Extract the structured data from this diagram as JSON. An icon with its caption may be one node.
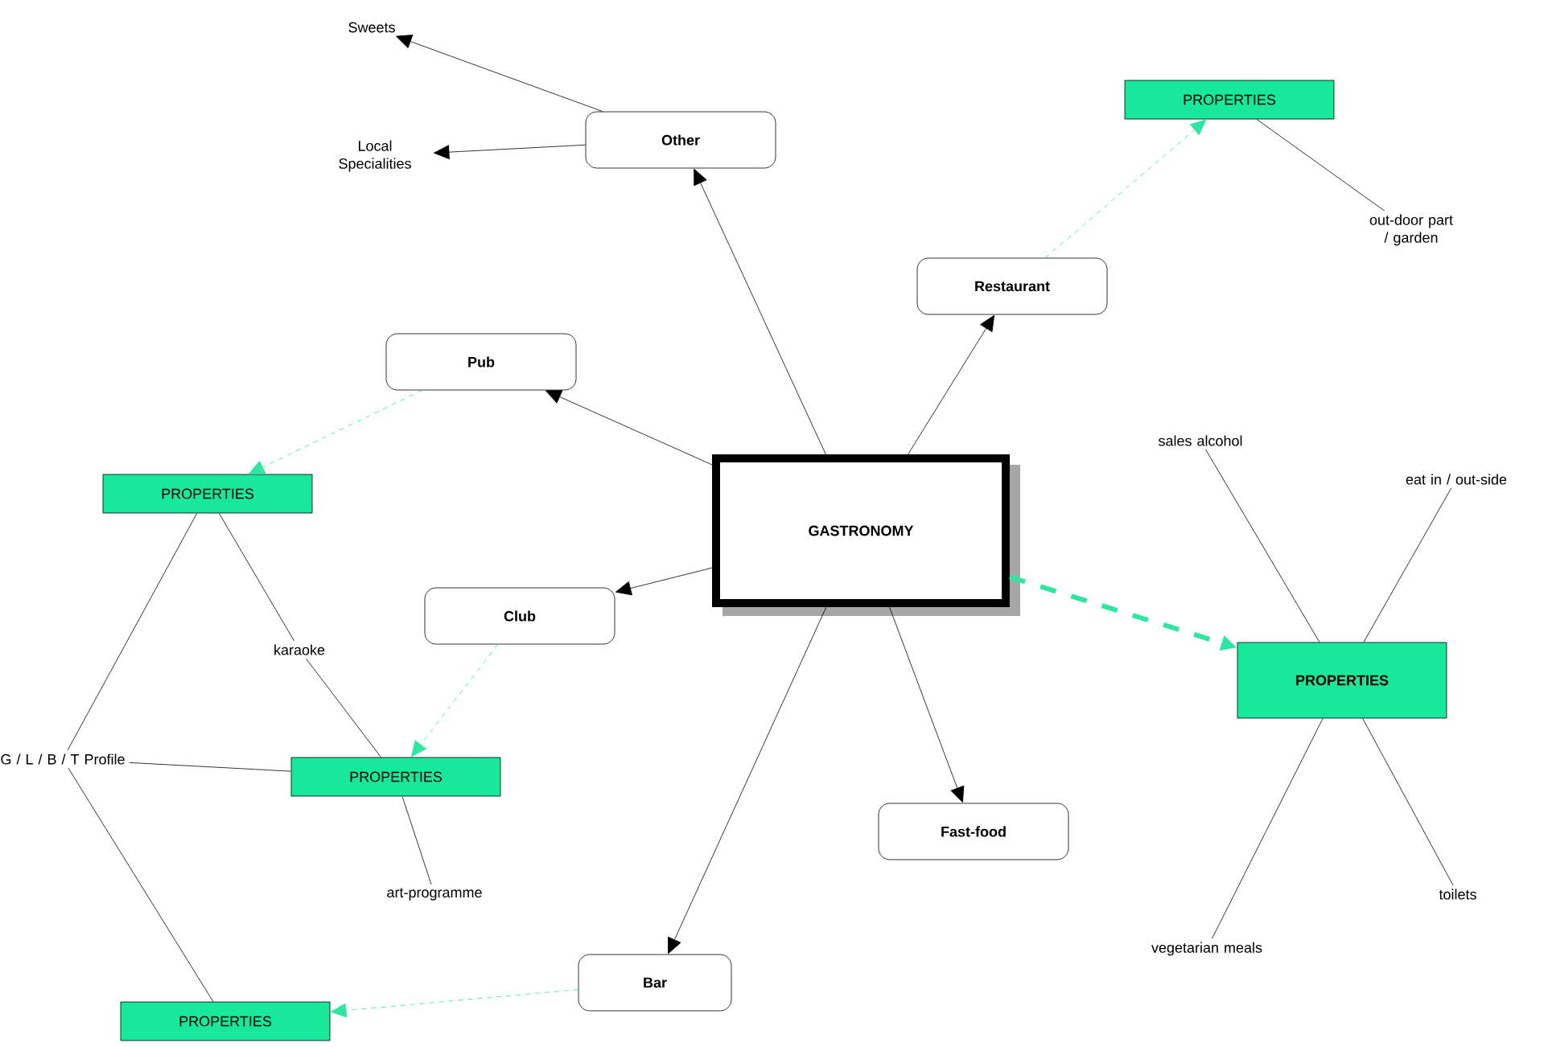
{
  "diagram": {
    "nodes": [
      {
        "text": [
          "GASTRONOMY"
        ]
      },
      {
        "text": [
          "Other"
        ]
      },
      {
        "text": [
          "Sweets"
        ]
      },
      {
        "text": [
          "Local Specialities"
        ]
      },
      {
        "text": [
          "Restaurant"
        ]
      },
      {
        "text": [
          "PROPERTIES"
        ]
      },
      {
        "text": [
          "out-door part / garden"
        ]
      },
      {
        "text": [
          "Pub"
        ]
      },
      {
        "text": [
          "PROPERTIES"
        ]
      },
      {
        "text": [
          "karaoke"
        ]
      },
      {
        "text": [
          "G / L / B / T Profile"
        ]
      },
      {
        "text": [
          "Club"
        ]
      },
      {
        "text": [
          "PROPERTIES"
        ]
      },
      {
        "text": [
          "art-programme"
        ]
      },
      {
        "text": [
          "Fast-food"
        ]
      },
      {
        "text": [
          "Bar"
        ]
      },
      {
        "text": [
          "PROPERTIES"
        ]
      },
      {
        "text": [
          "PROPERTIES"
        ]
      },
      {
        "text": [
          "sales alcohol"
        ]
      },
      {
        "text": [
          "eat in / out-side"
        ]
      },
      {
        "text": [
          "vegetarian meals"
        ]
      },
      {
        "text": [
          "toilets"
        ]
      }
    ],
    "edges": [
      {
        "from": 0,
        "to": 1,
        "arrow": "to"
      },
      {
        "from": 1,
        "to": 2,
        "arrow": "to"
      },
      {
        "from": 1,
        "to": 3,
        "arrow": "to"
      },
      {
        "from": 0,
        "to": 4,
        "arrow": "to"
      },
      {
        "from": 4,
        "to": 5,
        "arrow": "to",
        "style": "dashed",
        "color": "#2ee6a0"
      },
      {
        "from": 5,
        "to": 6,
        "arrow": "none"
      },
      {
        "from": 0,
        "to": 7,
        "arrow": "to"
      },
      {
        "from": 7,
        "to": 8,
        "arrow": "to",
        "style": "dashed",
        "color": "#2ee6a0"
      },
      {
        "from": 8,
        "to": 9,
        "arrow": "none"
      },
      {
        "from": 8,
        "to": 10,
        "arrow": "none"
      },
      {
        "from": 0,
        "to": 11,
        "arrow": "to"
      },
      {
        "from": 11,
        "to": 12,
        "arrow": "to",
        "style": "dashed",
        "color": "#2ee6a0"
      },
      {
        "from": 12,
        "to": 9,
        "arrow": "none"
      },
      {
        "from": 12,
        "to": 10,
        "arrow": "none"
      },
      {
        "from": 12,
        "to": 13,
        "arrow": "none"
      },
      {
        "from": 0,
        "to": 14,
        "arrow": "to"
      },
      {
        "from": 0,
        "to": 15,
        "arrow": "to"
      },
      {
        "from": 15,
        "to": 16,
        "arrow": "to",
        "style": "dashed",
        "color": "#2ee6a0"
      },
      {
        "from": 16,
        "to": 10,
        "arrow": "none"
      },
      {
        "from": 0,
        "to": 17,
        "arrow": "to",
        "style": "dashed",
        "color": "#2ee6a0"
      },
      {
        "from": 17,
        "to": 18,
        "arrow": "none"
      },
      {
        "from": 17,
        "to": 19,
        "arrow": "none"
      },
      {
        "from": 17,
        "to": 20,
        "arrow": "none"
      },
      {
        "from": 17,
        "to": 21,
        "arrow": "none"
      }
    ]
  }
}
